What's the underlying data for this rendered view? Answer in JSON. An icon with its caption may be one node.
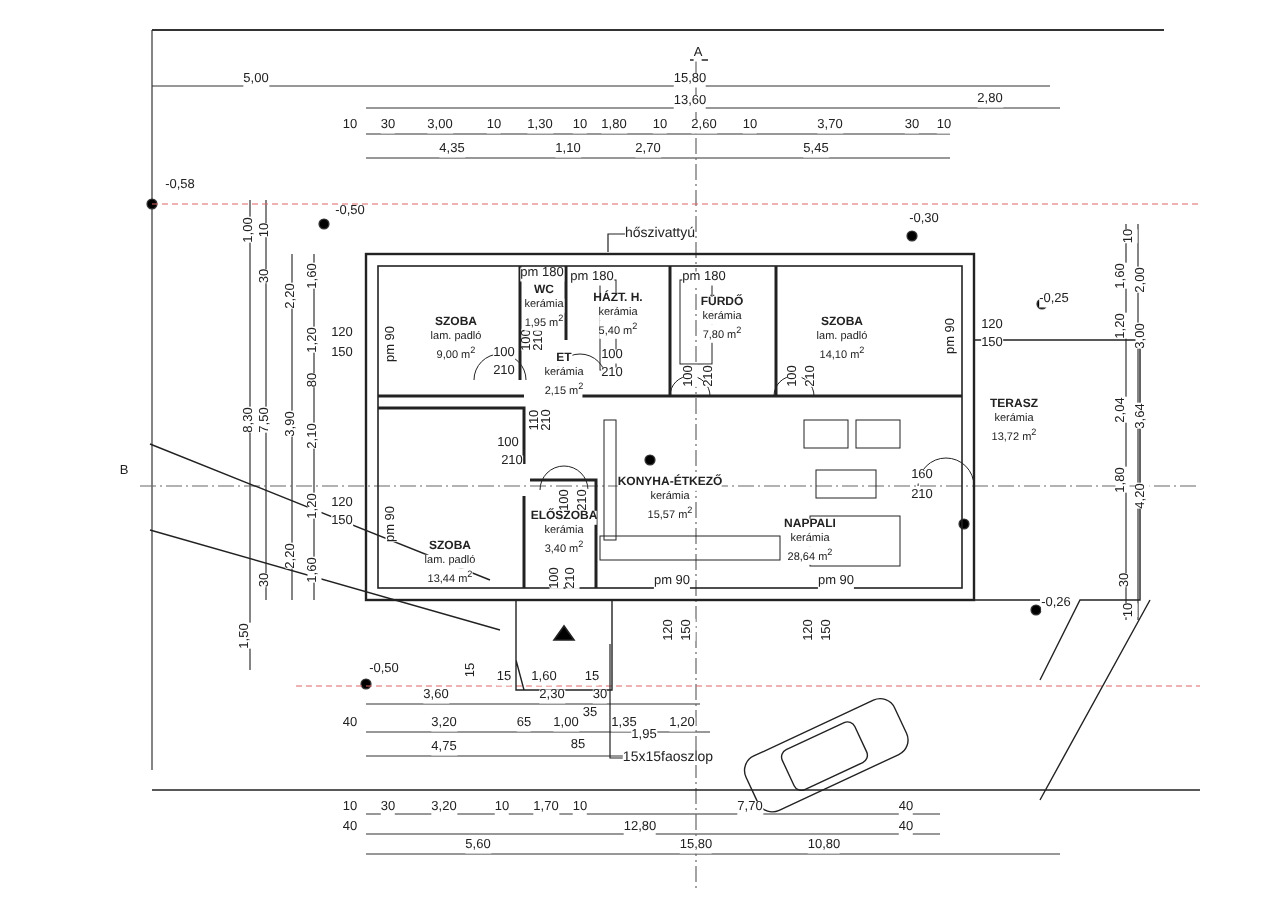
{
  "diagram": {
    "nodes": [
      {
        "text": [
          "SZOBA",
          "lam. padló",
          "9,00 m$^{2}$"
        ]
      },
      {
        "text": [
          "WC",
          "kerámia",
          "1,95 m$^{2}$"
        ]
      },
      {
        "text": [
          "HÁZT. H.",
          "kerámia",
          "5,40 m$^{2}$"
        ]
      },
      {
        "text": [
          "FÜRDŐ",
          "kerámia",
          "7,80 m$^{2}$"
        ]
      },
      {
        "text": [
          "SZOBA",
          "lam. padló",
          "14,10 m$^{2}$"
        ]
      },
      {
        "text": [
          "ET",
          "kerámia",
          "2,15 m$^{2}$"
        ]
      },
      {
        "text": [
          "SZOBA",
          "lam. padló",
          "13,44 m$^{2}$"
        ]
      },
      {
        "text": [
          "ELŐSZOBA",
          "kerámia",
          "3,40 m$^{2}$"
        ]
      },
      {
        "text": [
          "KONYHA-ÉTKEZŐ",
          "kerámia",
          "15,57 m$^{2}$"
        ]
      },
      {
        "text": [
          "NAPPALI",
          "kerámia",
          "28,64 m$^{2}$"
        ]
      },
      {
        "text": [
          "TERASZ",
          "kerámia",
          "13,72 m$^{2}$"
        ]
      },
      {
        "text": [
          "hőszivattyú"
        ]
      },
      {
        "text": [
          "15x15faoszlop"
        ]
      }
    ],
    "edges": [
      {
        "from": 11,
        "to": null,
        "arrow": "none"
      },
      {
        "from": 12,
        "to": null,
        "arrow": "none"
      }
    ],
    "labels": [
      "A",
      "5,00",
      "15,80",
      "13,60",
      "2,80",
      "10",
      "30",
      "3,00",
      "10",
      "1,30",
      "10",
      "1,80",
      "10",
      "2,60",
      "10",
      "3,70",
      "30",
      "10",
      "4,35",
      "1,10",
      "2,70",
      "5,45",
      "-0,58",
      "-0,50",
      "-0,30",
      "pm 180",
      "pm 180",
      "pm 180",
      "1,00",
      "10",
      "30",
      "1,60",
      "2,20",
      "-0,25",
      "10",
      "1,60",
      "2,00",
      "120",
      "150",
      "pm 90",
      "1,20",
      "120",
      "150",
      "pm 90",
      "1,20",
      "3,00",
      "100",
      "210",
      "100",
      "210",
      "100",
      "210",
      "100",
      "210",
      "100",
      "210",
      "80",
      "8,30",
      "7,50",
      "3,90",
      "2,10",
      "110",
      "210",
      "2,04",
      "3,64",
      "100",
      "210",
      "B",
      "100",
      "210",
      "160",
      "210",
      "1,80",
      "4,20",
      "120",
      "150",
      "pm 90",
      "1,20",
      "30",
      "2,20",
      "1,60",
      "100",
      "210",
      "pm 90",
      "pm 90",
      "30",
      "-0,26",
      "10",
      "1,50",
      "120",
      "150",
      "120",
      "150",
      "-0,50",
      "15",
      "15",
      "1,60",
      "15",
      "3,60",
      "2,30",
      "30",
      "35",
      "40",
      "3,20",
      "65",
      "1,00",
      "1,35",
      "1,20",
      "4,75",
      "85",
      "1,95",
      "10",
      "30",
      "3,20",
      "10",
      "1,70",
      "10",
      "7,70",
      "40",
      "40",
      "12,80",
      "40",
      "5,60",
      "15,80",
      "10,80"
    ]
  }
}
